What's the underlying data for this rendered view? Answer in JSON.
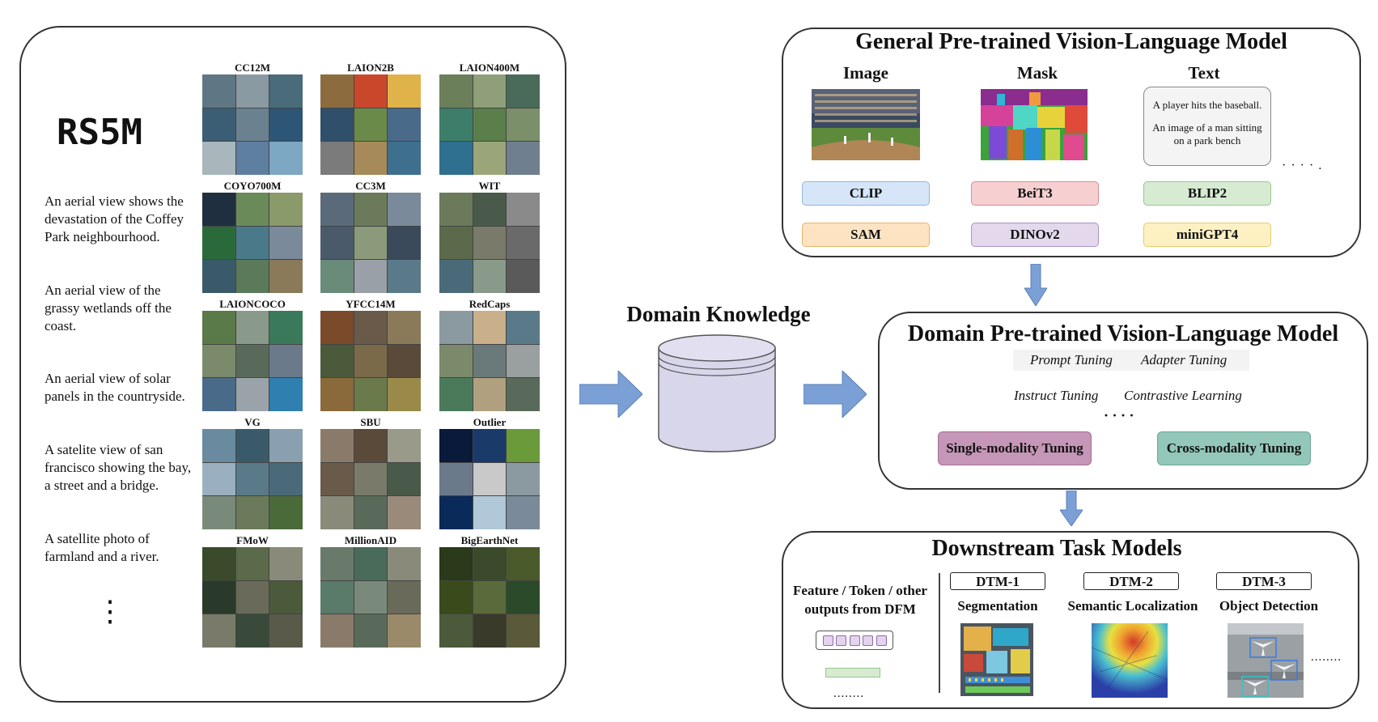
{
  "rs5m": {
    "logo": "RS5M",
    "captions": [
      "An aerial view shows the devastation of the Coffey Park neighbourhood.",
      "An aerial view of the grassy wetlands off the coast.",
      "An aerial view of solar panels in the countryside.",
      "A satelite view of san francisco showing the bay, a street and a bridge.",
      "A satellite photo of farmland and a river."
    ],
    "ellipsis": "⋮",
    "datasets": [
      "CC12M",
      "LAION2B",
      "LAION400M",
      "COYO700M",
      "CC3M",
      "WIT",
      "LAIONCOCO",
      "YFCC14M",
      "RedCaps",
      "VG",
      "SBU",
      "Outlier",
      "FMoW",
      "MillionAID",
      "BigEarthNet"
    ]
  },
  "domain_knowledge": {
    "title": "Domain Knowledge"
  },
  "general_model": {
    "title": "General Pre-trained Vision-Language Model",
    "columns": {
      "image": "Image",
      "mask": "Mask",
      "text": "Text"
    },
    "text_card": {
      "line1": "A player hits the baseball.",
      "line2": "An image of a man sitting on a park bench"
    },
    "dots": "· · · · .",
    "models": [
      "CLIP",
      "BeiT3",
      "BLIP2",
      "SAM",
      "DINOv2",
      "miniGPT4"
    ]
  },
  "domain_model": {
    "title": "Domain Pre-trained Vision-Language Model",
    "methods": [
      "Prompt Tuning",
      "Adapter Tuning",
      "Instruct Tuning",
      "Contrastive Learning"
    ],
    "dots": "· · · ·",
    "single": "Single-modality Tuning",
    "cross": "Cross-modality Tuning"
  },
  "downstream": {
    "title": "Downstream Task Models",
    "feature_label": "Feature / Token / other outputs from DFM",
    "feature_dots": "........",
    "tasks": [
      {
        "id": "DTM-1",
        "name": "Segmentation"
      },
      {
        "id": "DTM-2",
        "name": "Semantic Localization"
      },
      {
        "id": "DTM-3",
        "name": "Object Detection"
      }
    ],
    "more": "........"
  },
  "colors": {
    "arrow": "#7ba0d6",
    "clip": "#d6e6f8",
    "beit3": "#f6cfd1",
    "blip2": "#d6ebd2",
    "sam": "#fde3c2",
    "dinov2": "#e3d8ec",
    "minigpt4": "#fdf1c4",
    "single": "#c696b8",
    "cross": "#93c7b9",
    "cylinder": "#d8d6ea"
  }
}
